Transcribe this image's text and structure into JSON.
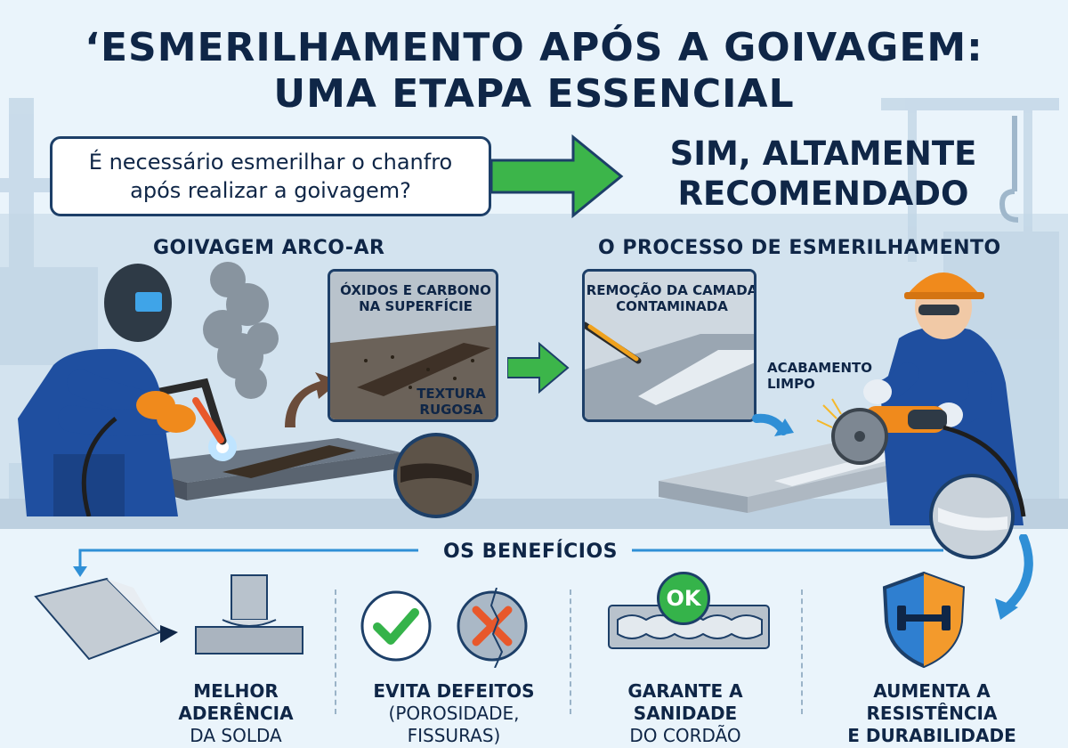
{
  "header": {
    "title_line1": "‘ESMERILHAMENTO APÓS A GOIVAGEM:",
    "title_line2": "UMA ETAPA ESSENCIAL"
  },
  "question": {
    "line1": "É necessário esmerilhar o chanfro",
    "line2": "após realizar a goivagem?"
  },
  "answer": {
    "line1": "SIM, ALTAMENTE",
    "line2": "RECOMENDADO"
  },
  "left_section": {
    "title": "GOIVAGEM ARCO-AR",
    "callout_top_1": "ÓXIDOS E CARBONO",
    "callout_top_2": "NA SUPERFÍCIE",
    "callout_bottom_1": "TEXTURA",
    "callout_bottom_2": "RUGOSA"
  },
  "right_section": {
    "title": "O PROCESSO DE ESMERILHAMENTO",
    "callout_top_1": "REMOÇÃO DA CAMADA",
    "callout_top_2": "CONTAMINADA",
    "finish_1": "ACABAMENTO",
    "finish_2": "LIMPO"
  },
  "benefits": {
    "title": "OS BENEFÍCIOS",
    "ok_badge": "OK",
    "items": [
      {
        "line1": "MELHOR ADERÊNCIA",
        "line2": "DA SOLDA"
      },
      {
        "line1": "EVITA DEFEITOS",
        "line2": "(POROSIDADE, FISSURAS)"
      },
      {
        "line1": "GARANTE A SANIDADE",
        "line2": "DO CORDÃO"
      },
      {
        "line1": "AUMENTA A RESISTÊNCIA",
        "line2": "E DURABILIDADE"
      }
    ]
  },
  "colors": {
    "navy": "#0f2647",
    "green_arrow": "#3cb54a",
    "blue_arrow": "#2f8fd6",
    "check_green": "#35b34a",
    "cross_orange": "#e8582b",
    "worker_blue": "#1f4fa0",
    "glove_orange": "#f08a1c",
    "shield_orange": "#f39a2c",
    "shield_blue": "#2f7fd0"
  },
  "icons": [
    "welding-torch-icon",
    "angle-grinder-icon",
    "check-icon",
    "cross-icon",
    "shield-dumbbell-icon",
    "ok-badge-icon"
  ]
}
